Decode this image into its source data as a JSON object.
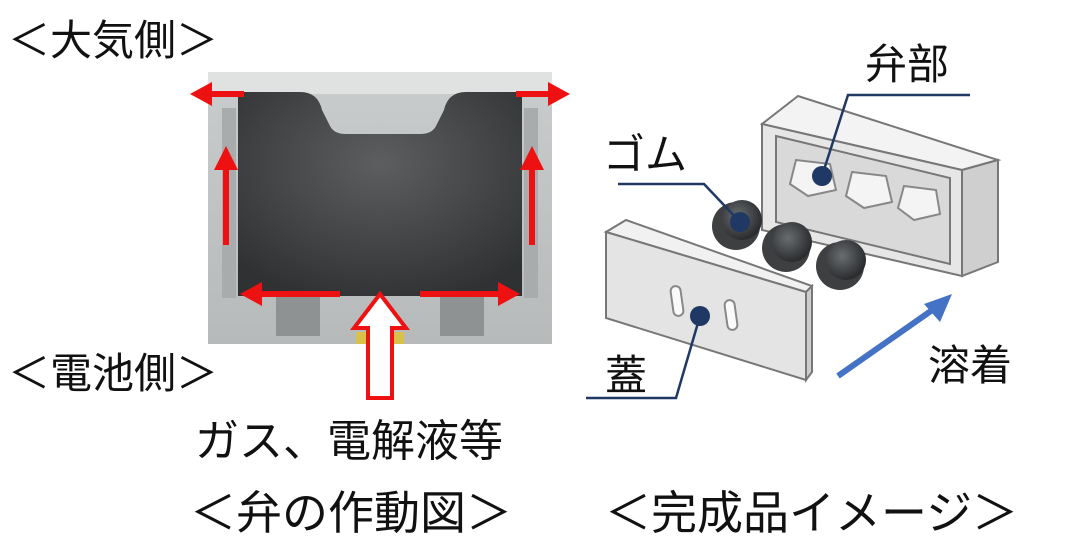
{
  "labels": {
    "atmosphere_side": "＜大気側＞",
    "battery_side": "＜電池側＞",
    "gas_flow": "ガス、電解液等",
    "valve_operation_caption": "＜弁の作動図＞",
    "valve_part": "弁部",
    "rubber": "ゴム",
    "lid": "蓋",
    "welding": "溶着",
    "finished_product_caption": "＜完成品イメージ＞"
  },
  "colors": {
    "flow_arrow": "#ee1111",
    "weld_arrow": "#4472c4",
    "leader_dot": "#1f3864",
    "leader_line": "#1f3864",
    "housing": "#d4d6d6",
    "chamber": "#4a4c4e"
  }
}
